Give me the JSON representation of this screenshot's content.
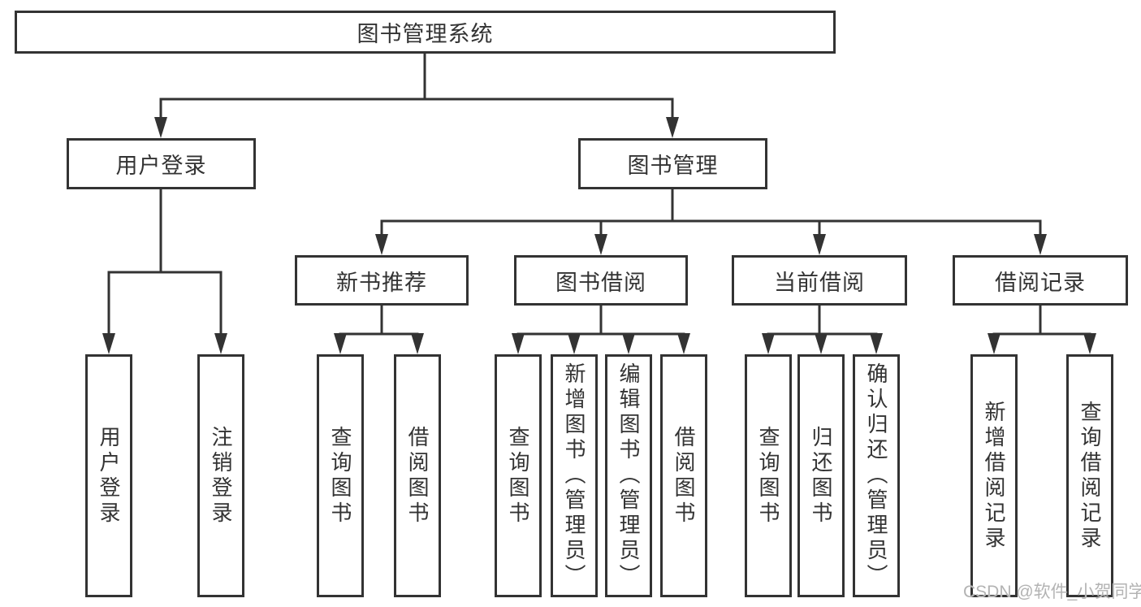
{
  "tree": {
    "label": "图书管理系统",
    "children": [
      {
        "label": "用户登录",
        "children": [
          {
            "label": "用户登录"
          },
          {
            "label": "注销登录"
          }
        ]
      },
      {
        "label": "图书管理",
        "children": [
          {
            "label": "新书推荐",
            "children": [
              {
                "label": "查询图书"
              },
              {
                "label": "借阅图书"
              }
            ]
          },
          {
            "label": "图书借阅",
            "children": [
              {
                "label": "查询图书"
              },
              {
                "label": "新增图书（管理员）"
              },
              {
                "label": "编辑图书（管理员）"
              },
              {
                "label": "借阅图书"
              }
            ]
          },
          {
            "label": "当前借阅",
            "children": [
              {
                "label": "查询图书"
              },
              {
                "label": "归还图书"
              },
              {
                "label": "确认归还（管理员）"
              }
            ]
          },
          {
            "label": "借阅记录",
            "children": [
              {
                "label": "新增借阅记录"
              },
              {
                "label": "查询借阅记录"
              }
            ]
          }
        ]
      }
    ]
  },
  "watermark": {
    "text": "CSDN @软件_小贺同学"
  },
  "colors": {
    "line": "#333333",
    "box_border": "#333333",
    "text": "#333333",
    "watermark_text": "#b3b3b3",
    "background": "#ffffff"
  }
}
